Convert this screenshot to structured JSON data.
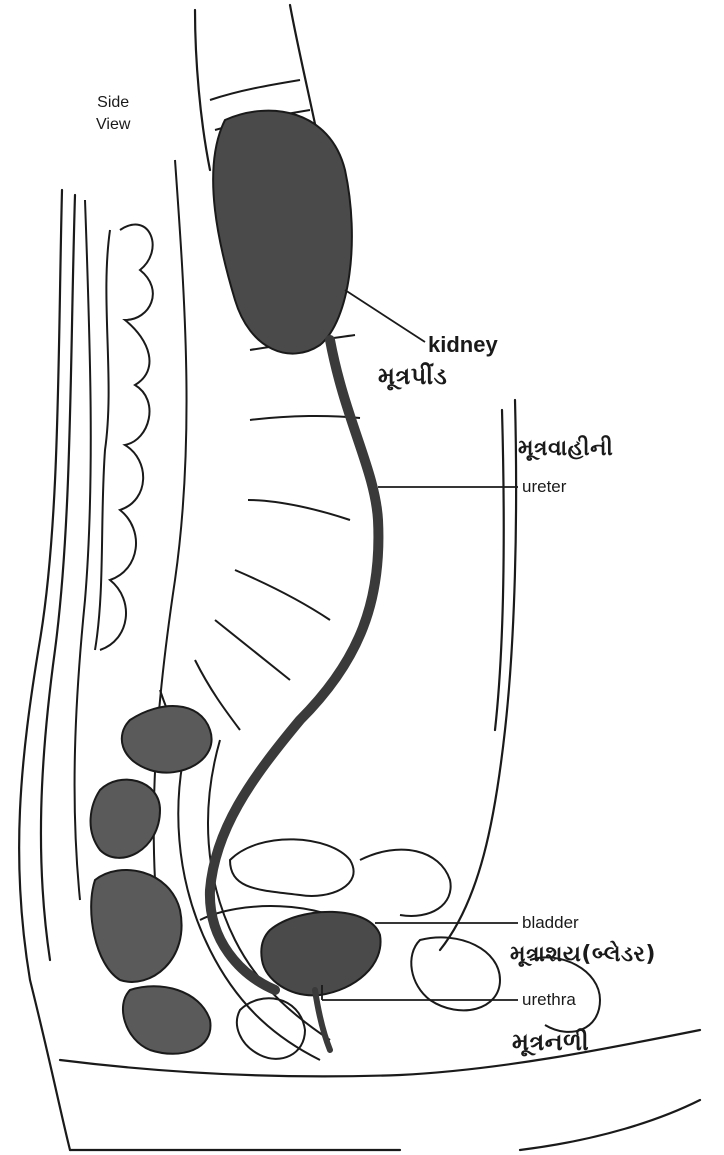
{
  "title": {
    "line1": "Side",
    "line2": "View"
  },
  "labels": {
    "kidney_en": "kidney",
    "kidney_gu": "મૂત્રપીંડ",
    "ureter_gu": "મૂત્રવાહીની",
    "ureter_en": "ureter",
    "bladder_en": "bladder",
    "bladder_gu": "મૂત્રાશય(બ્લેડર)",
    "urethra_en": "urethra",
    "urethra_gu": "મૂત્રનળી"
  },
  "colors": {
    "ink": "#1a1a1a",
    "organ_fill": "#4a4a4a",
    "background": "#ffffff"
  }
}
